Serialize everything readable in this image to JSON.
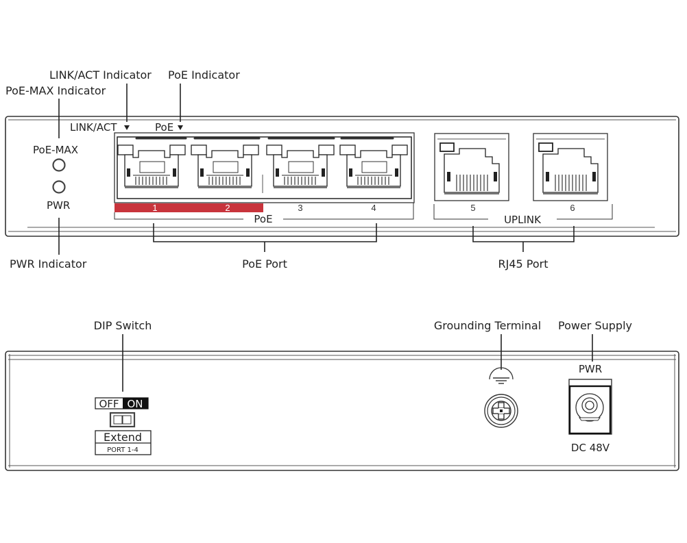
{
  "front_panel": {
    "callouts": {
      "link_act_indicator": "LINK/ACT Indicator",
      "poe_indicator": "PoE Indicator",
      "poe_max_indicator": "PoE-MAX Indicator",
      "pwr_indicator": "PWR Indicator",
      "poe_port": "PoE Port",
      "rj45_port": "RJ45 Port"
    },
    "printed": {
      "link_act": "LINK/ACT",
      "poe": "PoE",
      "poe_max": "PoE-MAX",
      "pwr": "PWR",
      "poe_group": "PoE",
      "uplink_group": "UPLINK"
    },
    "ports": [
      {
        "number": "1",
        "highlighted": true
      },
      {
        "number": "2",
        "highlighted": true
      },
      {
        "number": "3",
        "highlighted": false
      },
      {
        "number": "4",
        "highlighted": false
      },
      {
        "number": "5",
        "highlighted": false
      },
      {
        "number": "6",
        "highlighted": false
      }
    ],
    "highlight_color": "#c8343c"
  },
  "rear_panel": {
    "callouts": {
      "dip_switch": "DIP Switch",
      "grounding_terminal": "Grounding Terminal",
      "power_supply": "Power Supply"
    },
    "dip": {
      "off": "OFF",
      "on": "ON",
      "mode": "Extend",
      "scope": "PORT 1-4"
    },
    "power": {
      "label": "PWR",
      "rating": "DC 48V"
    }
  }
}
